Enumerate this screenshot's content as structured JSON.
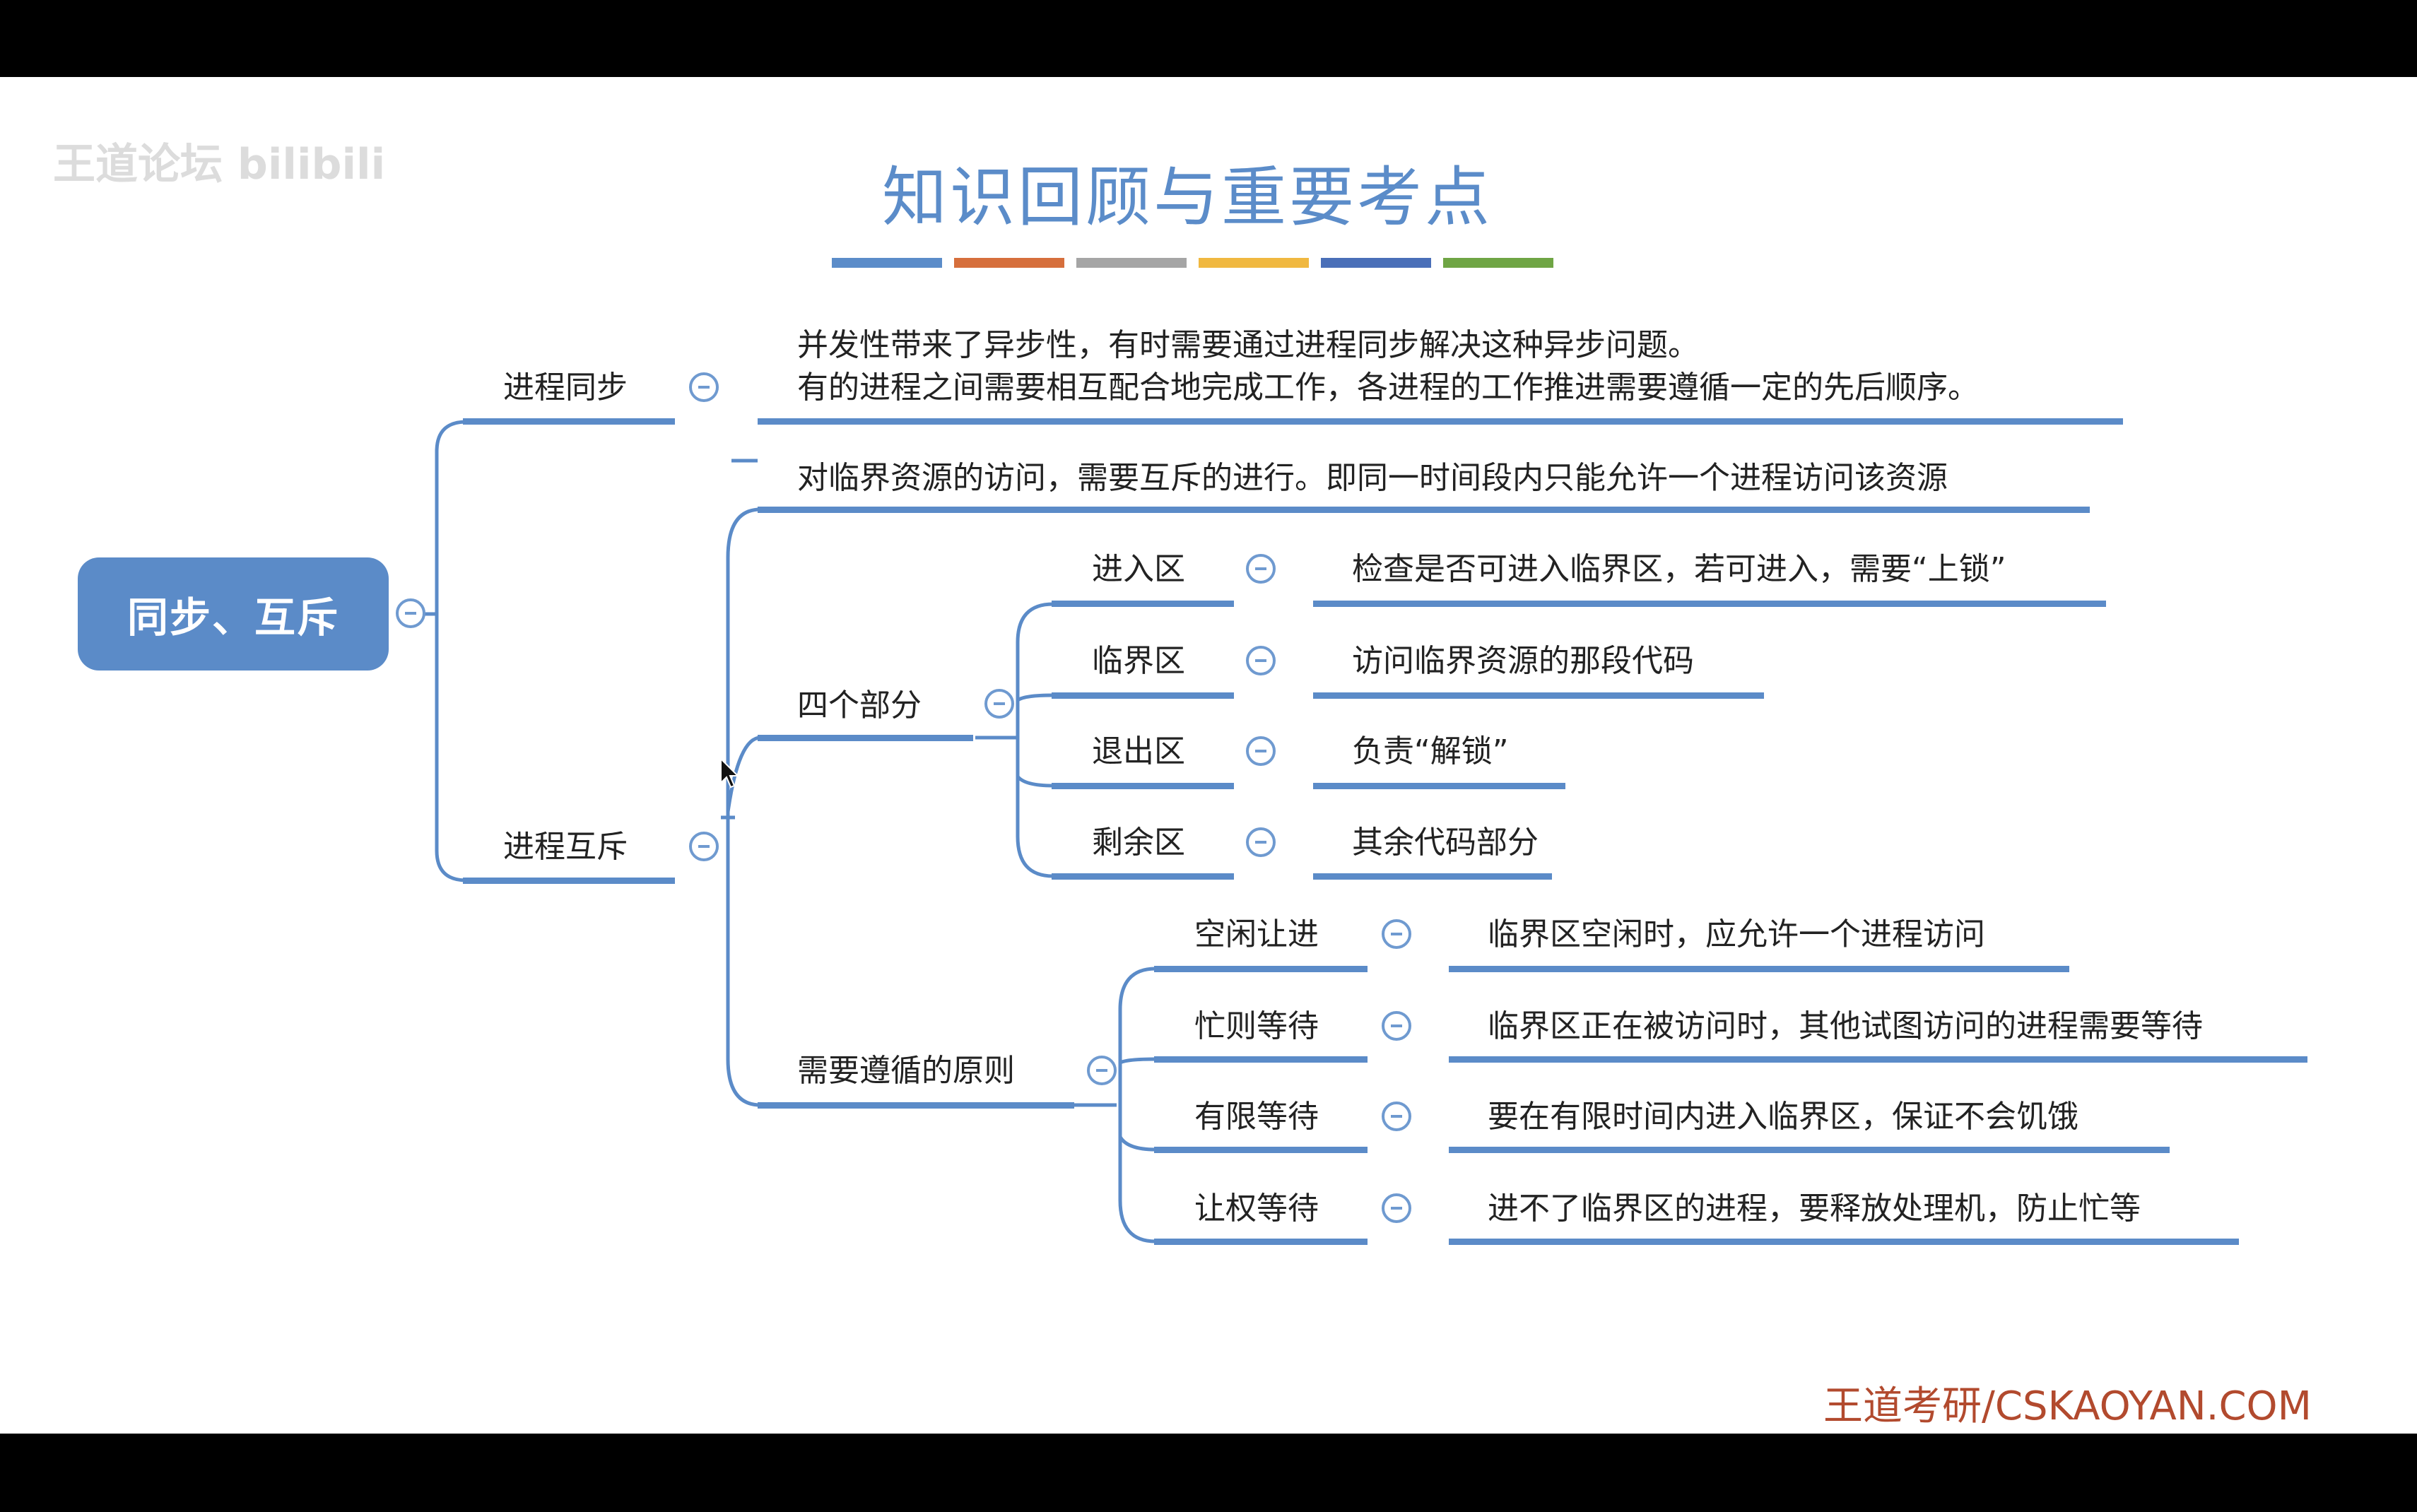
{
  "watermark": "王道论坛 bilibili",
  "title": "知识回顾与重要考点",
  "title_bar_colors": [
    "#5b8cc9",
    "#d66f3c",
    "#a5a5a5",
    "#f0b840",
    "#4a6fb8",
    "#6fa544"
  ],
  "accent_color": "#5b8bc8",
  "root": "同步、互斥",
  "sync": {
    "label": "进程同步",
    "desc1": "并发性带来了异步性，有时需要通过进程同步解决这种异步问题。",
    "desc2": "有的进程之间需要相互配合地完成工作，各进程的工作推进需要遵循一定的先后顺序。"
  },
  "mutex": {
    "label": "进程互斥",
    "desc": "对临界资源的访问，需要互斥的进行。即同一时间段内只能允许一个进程访问该资源",
    "parts": {
      "label": "四个部分",
      "items": [
        {
          "name": "进入区",
          "desc": "检查是否可进入临界区，若可进入，需要“上锁”"
        },
        {
          "name": "临界区",
          "desc": "访问临界资源的那段代码"
        },
        {
          "name": "退出区",
          "desc": "负责“解锁”"
        },
        {
          "name": "剩余区",
          "desc": "其余代码部分"
        }
      ]
    },
    "principles": {
      "label": "需要遵循的原则",
      "items": [
        {
          "name": "空闲让进",
          "desc": "临界区空闲时，应允许一个进程访问"
        },
        {
          "name": "忙则等待",
          "desc": "临界区正在被访问时，其他试图访问的进程需要等待"
        },
        {
          "name": "有限等待",
          "desc": "要在有限时间内进入临界区，保证不会饥饿"
        },
        {
          "name": "让权等待",
          "desc": "进不了临界区的进程，要释放处理机，防止忙等"
        }
      ]
    }
  },
  "footer": "王道考研/CSKAOYAN.COM"
}
